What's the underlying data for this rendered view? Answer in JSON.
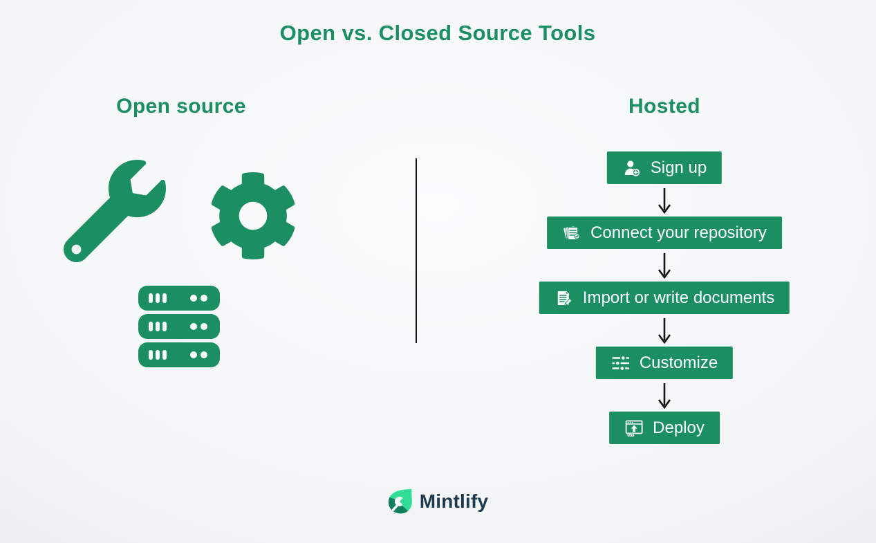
{
  "title": "Open vs. Closed Source Tools",
  "colors": {
    "primary_green": "#1b8f61",
    "leaf_light_green": "#30dd95",
    "leaf_dark_green": "#10805c",
    "brand_text": "#1e3a4f",
    "arrow_black": "#141414",
    "background": "#f4f5f7"
  },
  "open_source": {
    "heading": "Open source",
    "icons": [
      "wrench-icon",
      "gear-icon",
      "server-stack-icon"
    ]
  },
  "hosted": {
    "heading": "Hosted",
    "steps": [
      {
        "label": "Sign up",
        "icon": "user-plus-icon"
      },
      {
        "label": "Connect your repository",
        "icon": "repository-documents-icon"
      },
      {
        "label": "Import or write documents",
        "icon": "document-edit-icon"
      },
      {
        "label": "Customize",
        "icon": "sliders-icon"
      },
      {
        "label": "Deploy",
        "icon": "deploy-window-icon"
      }
    ]
  },
  "footer": {
    "brand": "Mintlify"
  }
}
